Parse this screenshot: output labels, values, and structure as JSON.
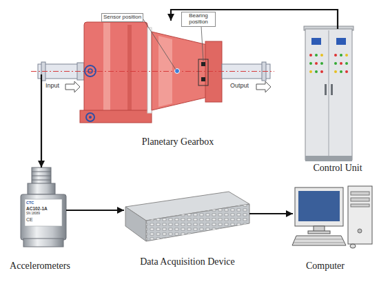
{
  "diagram": {
    "nodes": [
      {
        "text": [
          "Planetary Gearbox"
        ]
      },
      {
        "text": [
          "Control Unit"
        ]
      },
      {
        "text": [
          "Accelerometers"
        ]
      },
      {
        "text": [
          "Data Acquisition Device"
        ]
      },
      {
        "text": [
          "Computer"
        ]
      }
    ],
    "edges": [
      {
        "from": 1,
        "to": 0,
        "arrow": "to"
      },
      {
        "from": 0,
        "to": 2,
        "arrow": "to"
      },
      {
        "from": 2,
        "to": 3,
        "arrow": "to"
      },
      {
        "from": 3,
        "to": 4,
        "arrow": "to"
      }
    ],
    "labels": [
      "Sensor position",
      "Bearing position",
      "Input",
      "Output",
      "CTC",
      "AC102-1A",
      "SN 18089",
      "CE"
    ]
  }
}
